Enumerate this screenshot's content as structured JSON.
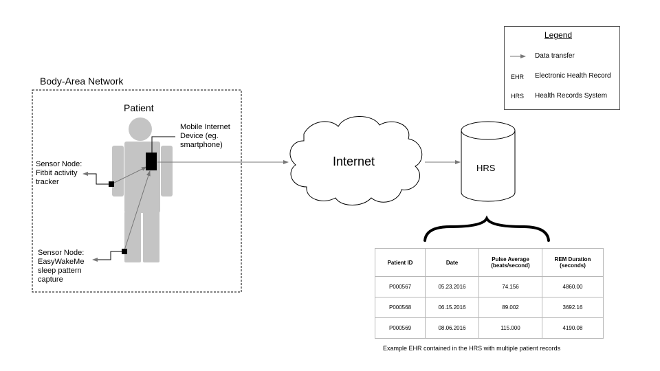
{
  "body_area_network": {
    "title": "Body-Area Network",
    "patient_label": "Patient",
    "mobile_device_label": [
      "Mobile Internet",
      "Device (eg.",
      "smartphone)"
    ],
    "sensor1_label": [
      "Sensor Node:",
      "Fitbit activity",
      "tracker"
    ],
    "sensor2_label": [
      "Sensor Node:",
      "EasyWakeMe",
      "sleep pattern",
      "capture"
    ]
  },
  "internet_label": "Internet",
  "hrs_label": "HRS",
  "legend": {
    "title": "Legend",
    "items": [
      {
        "symbol": "arrow",
        "abbr": "",
        "text": "Data transfer"
      },
      {
        "symbol": "text",
        "abbr": "EHR",
        "text": "Electronic Health Record"
      },
      {
        "symbol": "text",
        "abbr": "HRS",
        "text": "Health Records System"
      }
    ]
  },
  "table": {
    "headers": [
      [
        "Patient ID"
      ],
      [
        "Date"
      ],
      [
        "Pulse Average",
        "(beats/second)"
      ],
      [
        "REM Duration",
        "(seconds)"
      ]
    ],
    "rows": [
      [
        "P000567",
        "05.23.2016",
        "74.156",
        "4860.00"
      ],
      [
        "P000568",
        "06.15.2016",
        "89.002",
        "3692.16"
      ],
      [
        "P000569",
        "08.06.2016",
        "115.000",
        "4190.08"
      ]
    ]
  },
  "caption": "Example EHR contained in the HRS with multiple patient records",
  "colors": {
    "figure": "#c4c4c4",
    "arrow": "#777777",
    "node": "#000000"
  }
}
